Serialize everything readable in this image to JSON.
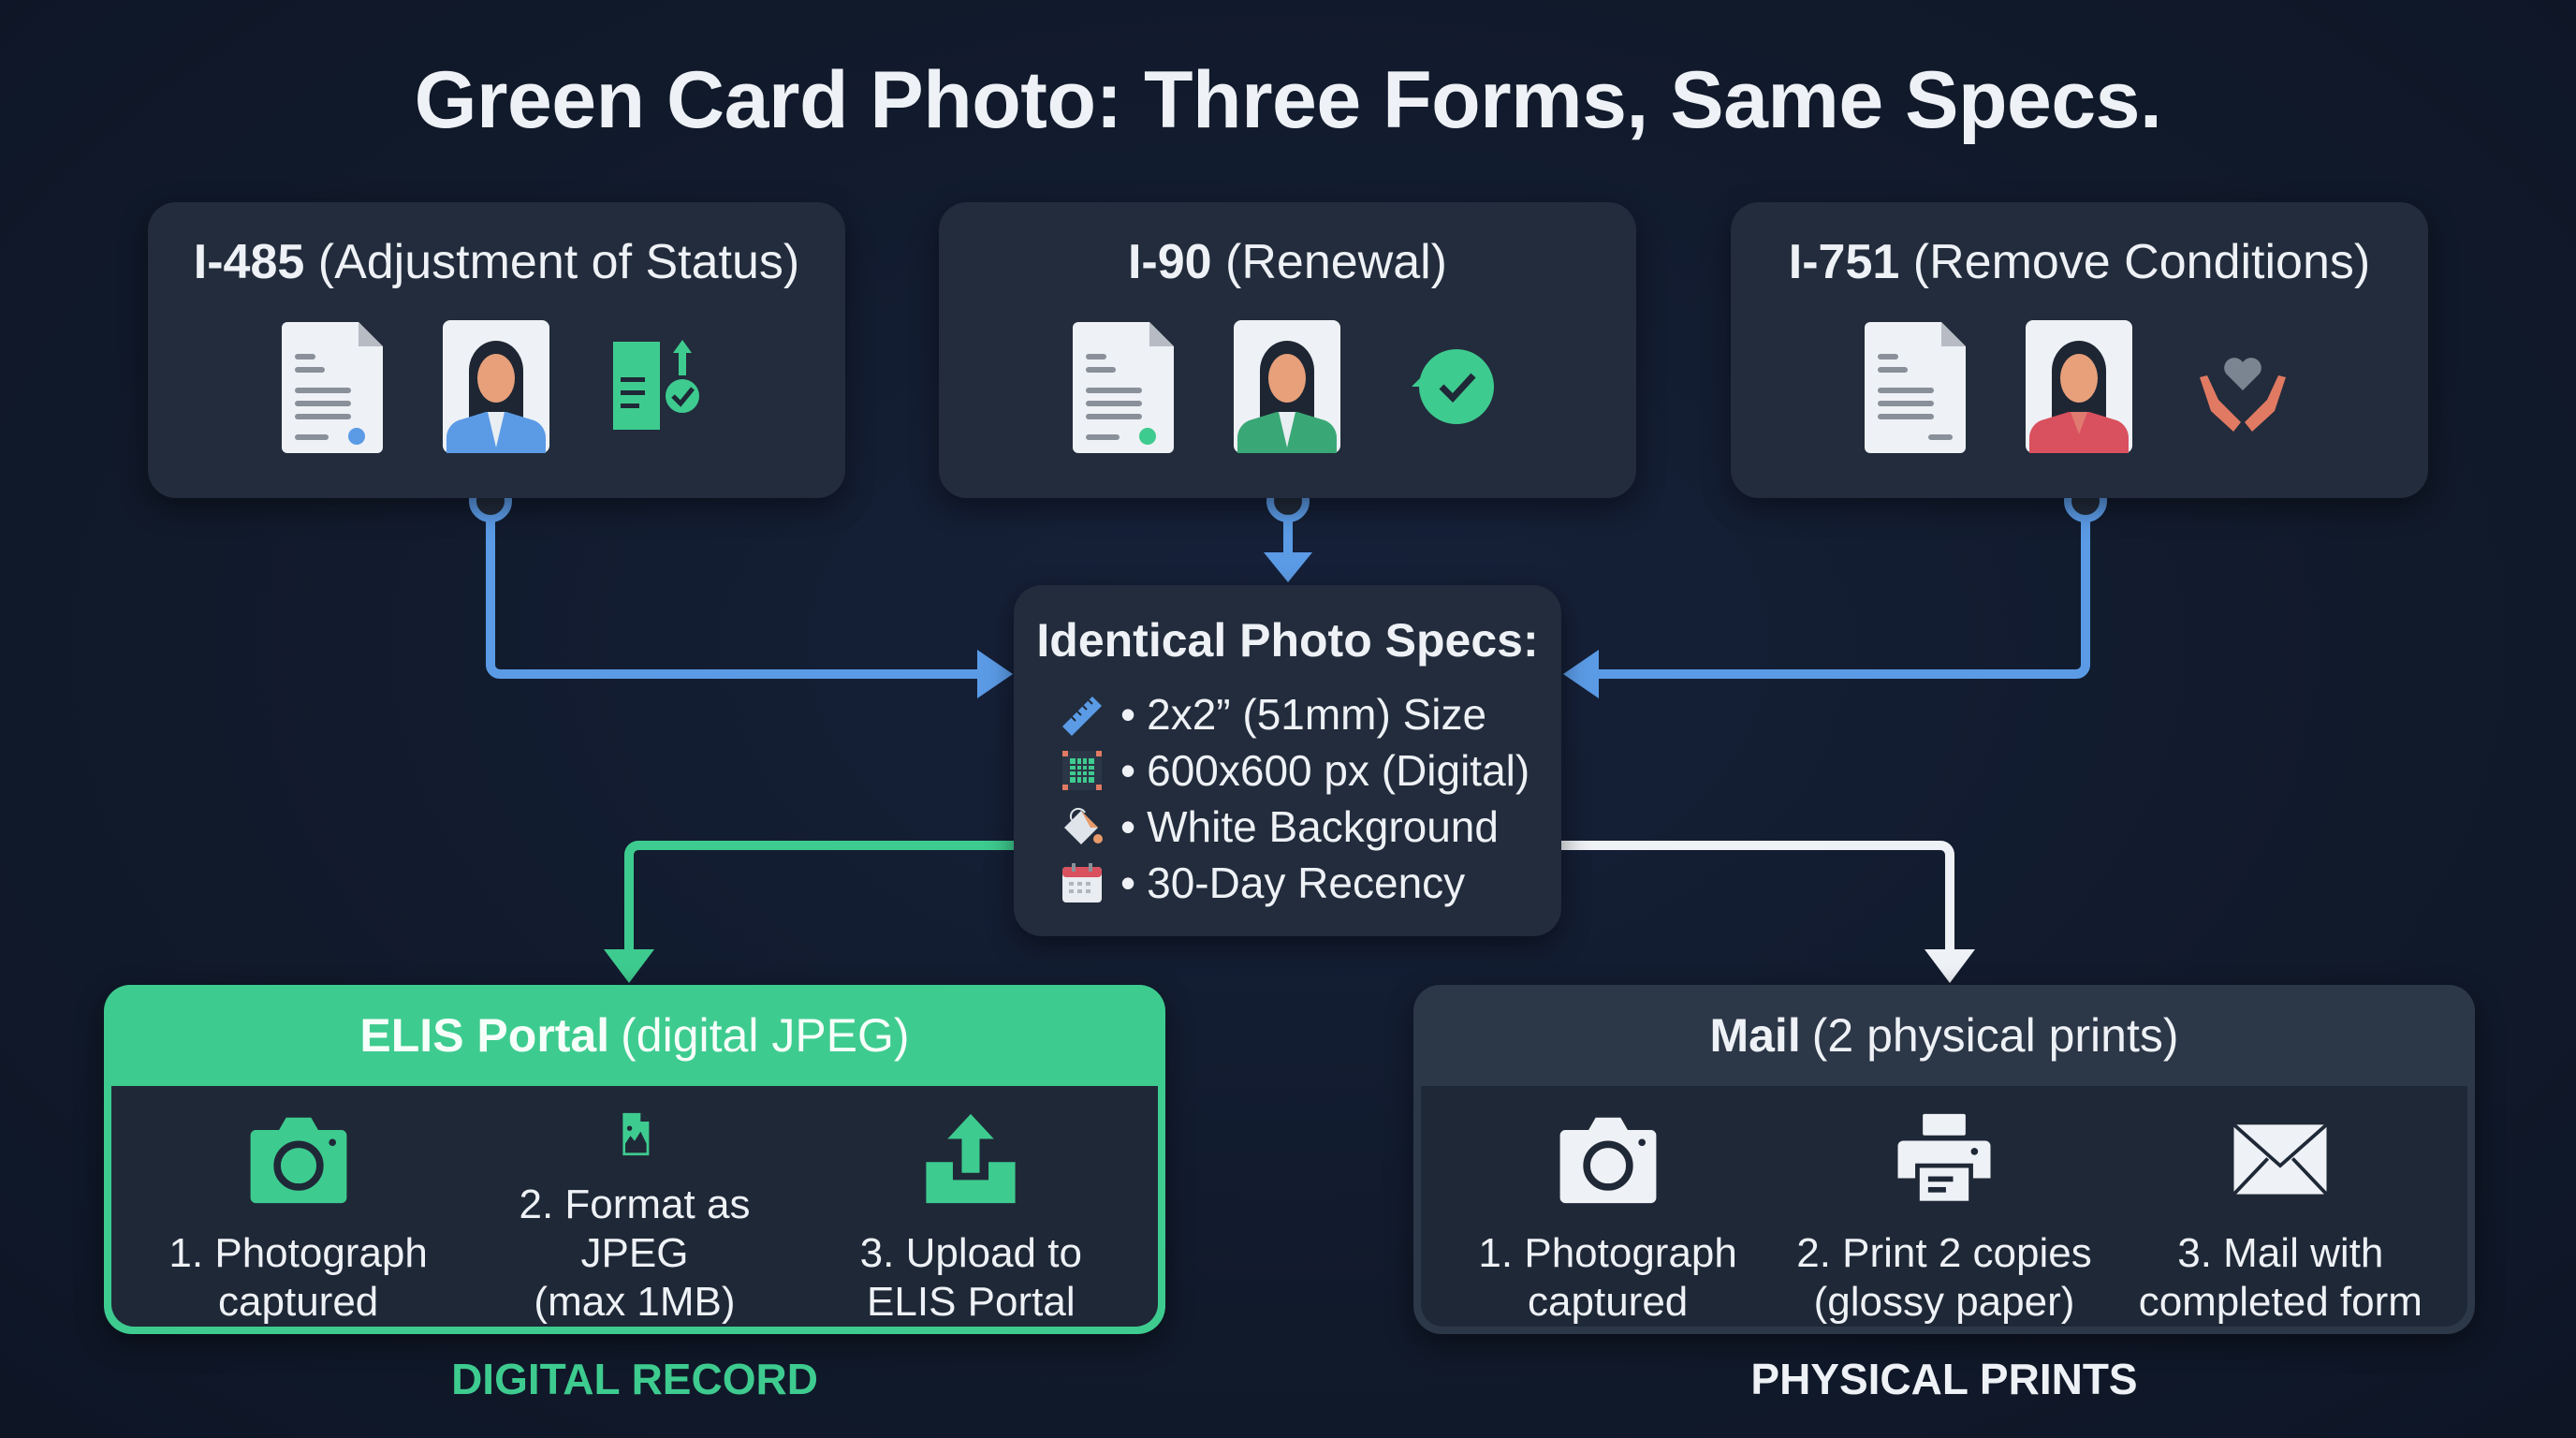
{
  "title": "Green Card Photo: Three Forms, Same Specs.",
  "colors": {
    "background": "#111a2b",
    "card": "#222c3c",
    "blue_connector": "#5b9be6",
    "green_accent": "#3ecb8f",
    "white_connector": "#eef1f5"
  },
  "forms": [
    {
      "code": "I-485",
      "desc": "(Adjustment of Status)",
      "icons": [
        "document-icon",
        "portrait-blue-icon",
        "document-approved-icon"
      ]
    },
    {
      "code": "I-90",
      "desc": "(Renewal)",
      "icons": [
        "document-icon",
        "portrait-green-icon",
        "renew-check-icon"
      ]
    },
    {
      "code": "I-751",
      "desc": "(Remove Conditions)",
      "icons": [
        "document-icon",
        "portrait-red-icon",
        "hands-heart-icon"
      ]
    }
  ],
  "specs": {
    "heading": "Identical Photo Specs:",
    "bullet": "•",
    "items": [
      {
        "icon": "ruler-icon",
        "text": "2x2” (51mm) Size"
      },
      {
        "icon": "pixel-grid-icon",
        "text": "600x600 px (Digital)"
      },
      {
        "icon": "paint-bucket-icon",
        "text": "White Background"
      },
      {
        "icon": "calendar-icon",
        "text": "30-Day Recency"
      }
    ]
  },
  "routes": {
    "digital": {
      "title_bold": "ELIS Portal",
      "title_rest": "(digital JPEG)",
      "steps": [
        {
          "icon": "camera-icon",
          "line1": "1. Photograph",
          "line2": "captured"
        },
        {
          "icon": "image-file-icon",
          "line1": "2. Format as JPEG",
          "line2": "(max 1MB)"
        },
        {
          "icon": "upload-icon",
          "line1": "3. Upload to",
          "line2": "ELIS Portal"
        }
      ],
      "footer": "DIGITAL RECORD"
    },
    "physical": {
      "title_bold": "Mail",
      "title_rest": "(2 physical prints)",
      "steps": [
        {
          "icon": "camera-icon",
          "line1": "1. Photograph",
          "line2": "captured"
        },
        {
          "icon": "printer-icon",
          "line1": "2. Print 2 copies",
          "line2": "(glossy paper)"
        },
        {
          "icon": "envelope-icon",
          "line1": "3. Mail with",
          "line2": "completed form"
        }
      ],
      "footer": "PHYSICAL PRINTS"
    }
  }
}
